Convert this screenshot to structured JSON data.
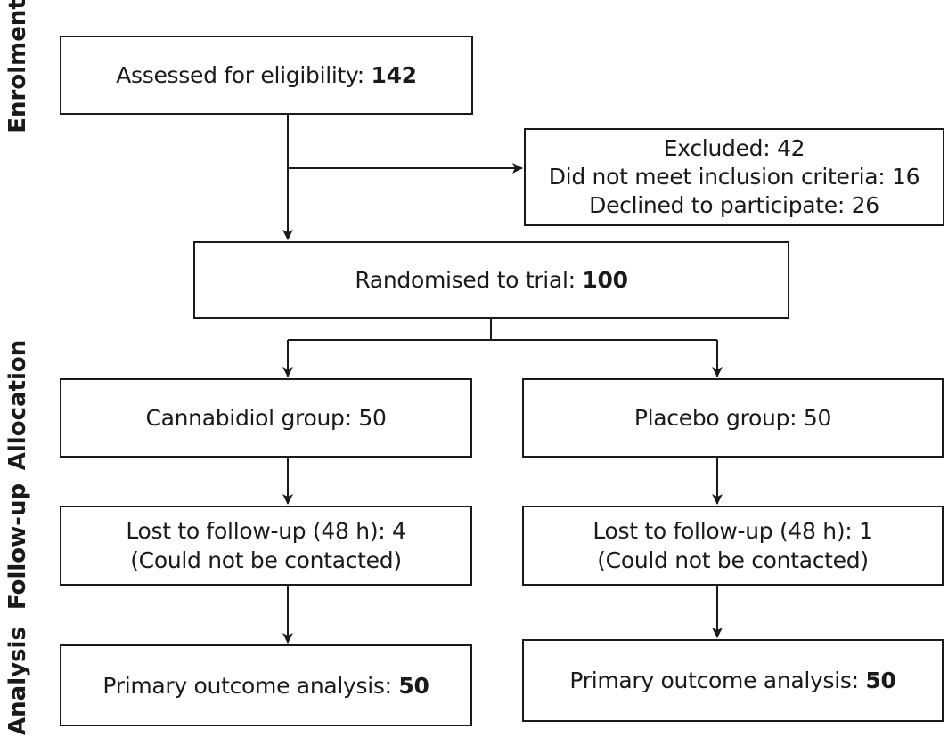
{
  "sections": {
    "enrolment": "Enrolment",
    "allocation": "Allocation",
    "follow_up": "Follow-up",
    "analysis": "Analysis"
  },
  "assessed": {
    "label": "Assessed for eligibility: ",
    "value": "142"
  },
  "excluded": {
    "line1": "Excluded: 42",
    "line2": "Did not meet inclusion criteria: 16",
    "line3": "Declined to participate: 26"
  },
  "randomised": {
    "label": "Randomised to trial: ",
    "value": "100"
  },
  "cbd_group": {
    "label": "Cannabidiol group: 50"
  },
  "placebo_group": {
    "label": "Placebo group: 50"
  },
  "cbd_lost": {
    "line1": "Lost to follow-up (48 h): 4",
    "line2": "(Could not be contacted)"
  },
  "placebo_lost": {
    "line1": "Lost to follow-up (48 h): 1",
    "line2": "(Could not be contacted)"
  },
  "cbd_analysis": {
    "label": "Primary outcome analysis: ",
    "value": "50"
  },
  "placebo_analysis": {
    "label": "Primary outcome analysis: ",
    "value": "50"
  },
  "colors": {
    "line": "#1a1a1a",
    "background": "#ffffff"
  }
}
